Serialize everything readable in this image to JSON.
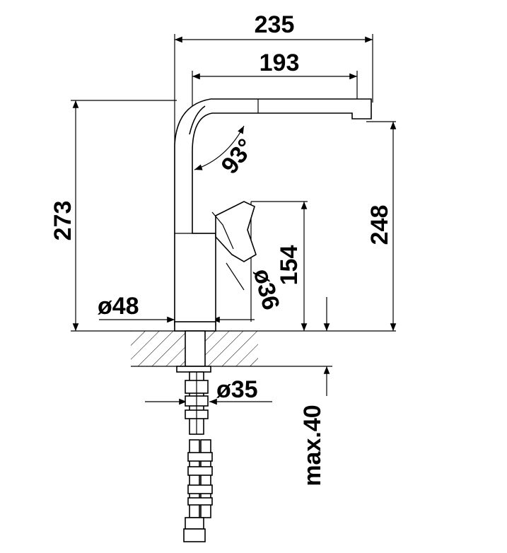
{
  "dimensions": {
    "overall_width": "235",
    "spout_reach": "193",
    "overall_height": "273",
    "spout_height": "248",
    "lever_height": "154",
    "base_diameter": "ø48",
    "hole_diameter": "ø35",
    "lever_diameter": "ø36",
    "swivel_angle": "93°",
    "max_thickness": "max.40"
  }
}
